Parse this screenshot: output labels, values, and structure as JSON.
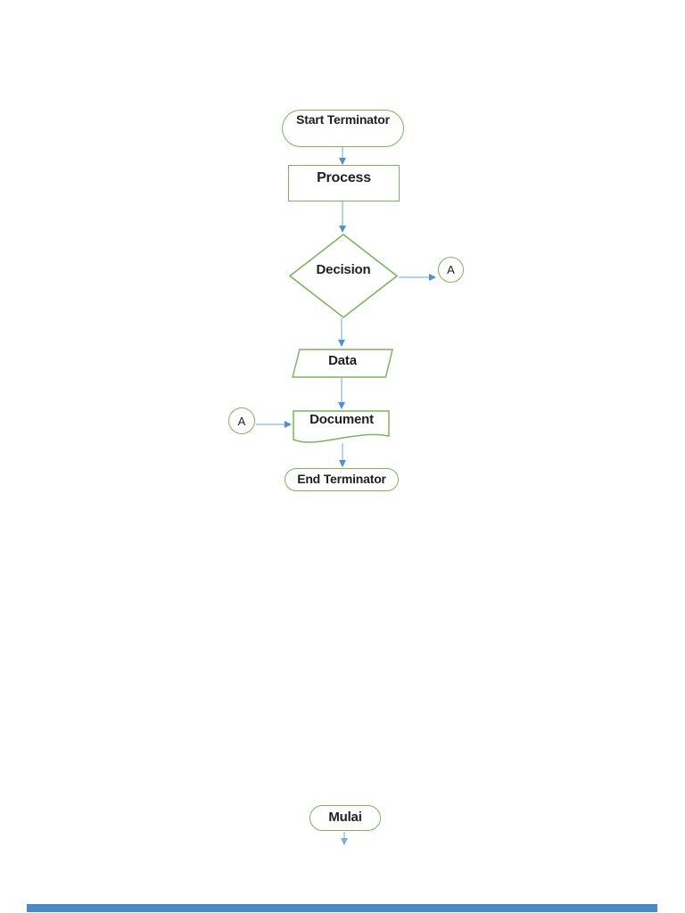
{
  "page": {
    "background": "#ffffff",
    "description_colors": {
      "shape_border_green": "#7db45e",
      "connector_line_blue": "#9cc3e8",
      "arrowhead_blue": "#4f90d5",
      "label_text": "#1f1f1f",
      "bottom_bar_blue": "#4a86c8"
    }
  },
  "flowchart": {
    "nodes": {
      "start": {
        "type": "terminator",
        "label": "Start Terminator"
      },
      "process": {
        "type": "process",
        "label": "Process"
      },
      "decision": {
        "type": "decision",
        "label": "Decision"
      },
      "connector_right": {
        "type": "connector",
        "label": "A"
      },
      "data": {
        "type": "data",
        "label": "Data"
      },
      "connector_left": {
        "type": "connector",
        "label": "A"
      },
      "document": {
        "type": "document",
        "label": "Document"
      },
      "end": {
        "type": "terminator",
        "label": "End Terminator"
      },
      "mulai": {
        "type": "terminator",
        "label": "Mulai"
      }
    }
  }
}
